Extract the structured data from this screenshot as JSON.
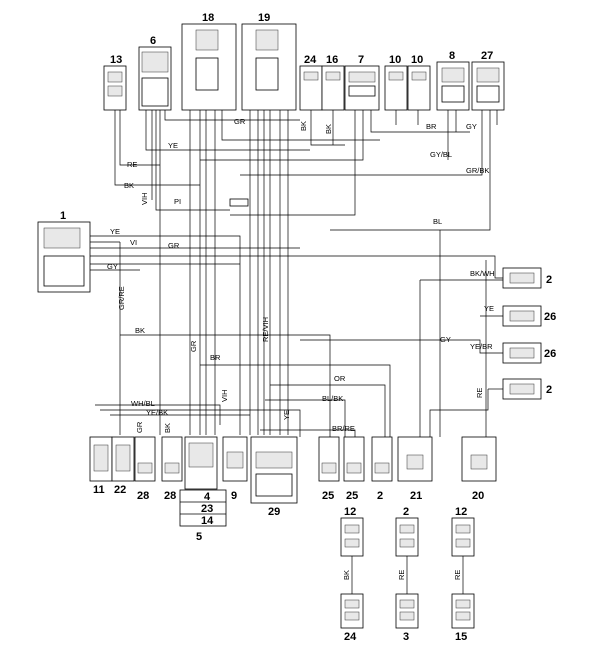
{
  "diagram": {
    "connectors": {
      "c13": "13",
      "c6": "6",
      "c18": "18",
      "c19": "19",
      "c24": "24",
      "c16": "16",
      "c7": "7",
      "c10a": "10",
      "c10b": "10",
      "c8": "8",
      "c27": "27",
      "c1": "1",
      "c2a": "2",
      "c26a": "26",
      "c26b": "26",
      "c2b": "2",
      "c11": "11",
      "c22": "22",
      "c28a": "28",
      "c28b": "28",
      "c4": "4",
      "c23": "23",
      "c14": "14",
      "c5": "5",
      "c9": "9",
      "c29": "29",
      "c25a": "25",
      "c25b": "25",
      "c2c": "2",
      "c21": "21",
      "c20": "20",
      "c12a": "12",
      "c2d": "2",
      "c12b": "12",
      "c24b": "24",
      "c3": "3",
      "c15": "15"
    },
    "wires": {
      "gr_top": "GR",
      "ye_top": "YE",
      "re_top": "RE",
      "bk_top": "BK",
      "vih_top": "VIH",
      "pi": "PI",
      "bk_24": "BK",
      "bk_16": "BK",
      "br_10": "BR",
      "gy_8": "GY",
      "gybl": "GY/BL",
      "grbk": "GR/BK",
      "bl": "BL",
      "ye_1": "YE",
      "vi_1": "VI",
      "gr_1": "GR",
      "gy_1": "GY",
      "grre": "GR/RE",
      "bk_mid": "BK",
      "bkwh": "BK/WH",
      "ye_26": "YE",
      "gy_mid": "GY",
      "yebr": "YE/BR",
      "re_2": "RE",
      "gr_mid": "GR",
      "br_mid": "BR",
      "revih": "RE/VIH",
      "or": "OR",
      "blbk": "BL/BK",
      "whbl": "WH/BL",
      "yebk": "YE/BK",
      "vih_9": "VIH",
      "ye_29": "YE",
      "brre": "BR/RE",
      "gr_28": "GR",
      "bk_28": "BK",
      "bk_12": "BK",
      "re_3": "RE",
      "re_15": "RE"
    }
  }
}
